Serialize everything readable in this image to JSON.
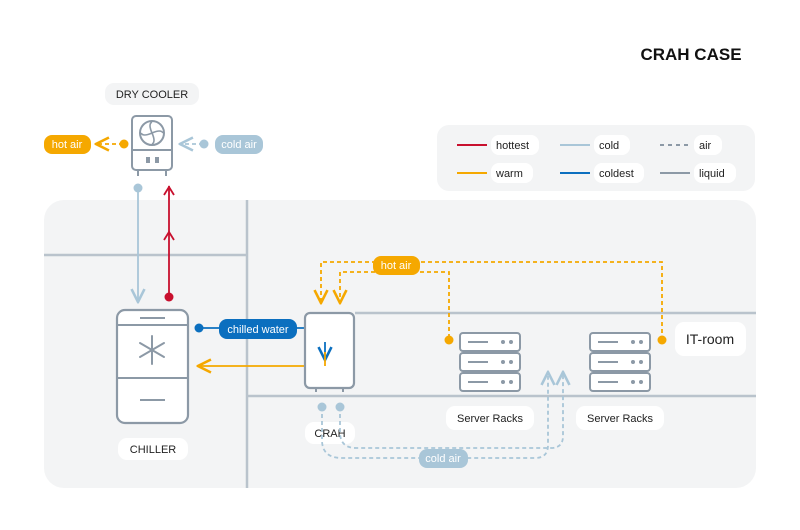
{
  "title": "CRAH CASE",
  "components": {
    "dry_cooler": "DRY COOLER",
    "chiller": "CHILLER",
    "crah": "CRAH",
    "server_racks_1": "Server Racks",
    "server_racks_2": "Server Racks",
    "it_room": "IT-room"
  },
  "flows": {
    "hot_air_out": "hot air",
    "cold_air_in": "cold air",
    "chilled_water": "chilled water",
    "hot_air_return": "hot air",
    "cold_air_supply": "cold air"
  },
  "legend": {
    "hottest": "hottest",
    "cold": "cold",
    "air": "air",
    "warm": "warm",
    "coldest": "coldest",
    "liquid": "liquid"
  },
  "colors": {
    "hottest": "#c8102e",
    "warm": "#f5a800",
    "cold": "#a9c6d8",
    "coldest": "#0b6fbf",
    "equipment": "#8c99a6",
    "panel": "#f3f4f5"
  }
}
